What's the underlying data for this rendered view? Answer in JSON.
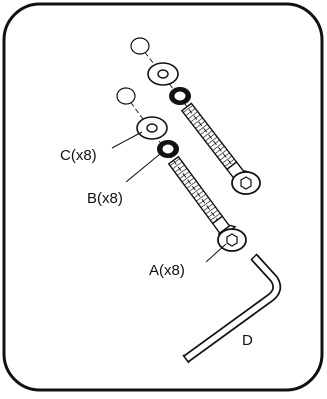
{
  "labels": {
    "screw": "A(x8)",
    "lock_washer": "B(x8)",
    "flat_washer": "C(x8)",
    "allen_key": "D"
  },
  "colors": {
    "ink": "#111111",
    "paper": "#ffffff"
  },
  "icons": {
    "screw": "hex-socket-bolt-icon",
    "lock_washer": "lock-washer-icon",
    "flat_washer": "flat-washer-icon",
    "allen_key": "allen-key-icon"
  }
}
